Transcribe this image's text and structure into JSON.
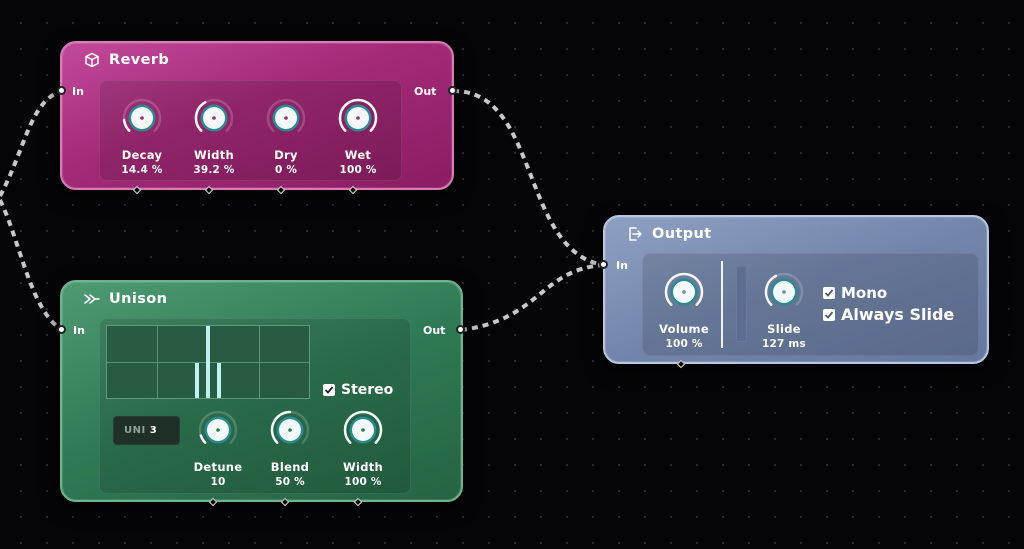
{
  "nodes": {
    "reverb": {
      "title": "Reverb",
      "in_label": "In",
      "out_label": "Out",
      "knobs": [
        {
          "label": "Decay",
          "value": "14.4 %",
          "level": 0.144
        },
        {
          "label": "Width",
          "value": "39.2 %",
          "level": 0.392
        },
        {
          "label": "Dry",
          "value": "0 %",
          "level": 0.0
        },
        {
          "label": "Wet",
          "value": "100 %",
          "level": 1.0
        }
      ],
      "color": "#a42a78"
    },
    "unison": {
      "title": "Unison",
      "in_label": "In",
      "out_label": "Out",
      "stereo_label": "Stereo",
      "stereo_checked": true,
      "uni_label": "UNI",
      "uni_value": "3",
      "voice_bars": [
        0.48,
        1.0,
        0.48
      ],
      "knobs": [
        {
          "label": "Detune",
          "value": "10",
          "level": 0.1
        },
        {
          "label": "Blend",
          "value": "50 %",
          "level": 0.5
        },
        {
          "label": "Width",
          "value": "100 %",
          "level": 1.0
        }
      ],
      "color": "#2f7a54"
    },
    "output": {
      "title": "Output",
      "in_label": "In",
      "knobs": [
        {
          "label": "Volume",
          "value": "100 %",
          "level": 1.0
        },
        {
          "label": "Slide",
          "value": "127 ms",
          "level": 0.4
        }
      ],
      "mono_label": "Mono",
      "mono_checked": true,
      "always_slide_label": "Always Slide",
      "always_slide_checked": true,
      "color": "#7385aa"
    }
  },
  "colors": {
    "knob_indicator": "#2a8a90",
    "knob_face": "#f3f8f8",
    "wire": "#c9c9cc"
  }
}
